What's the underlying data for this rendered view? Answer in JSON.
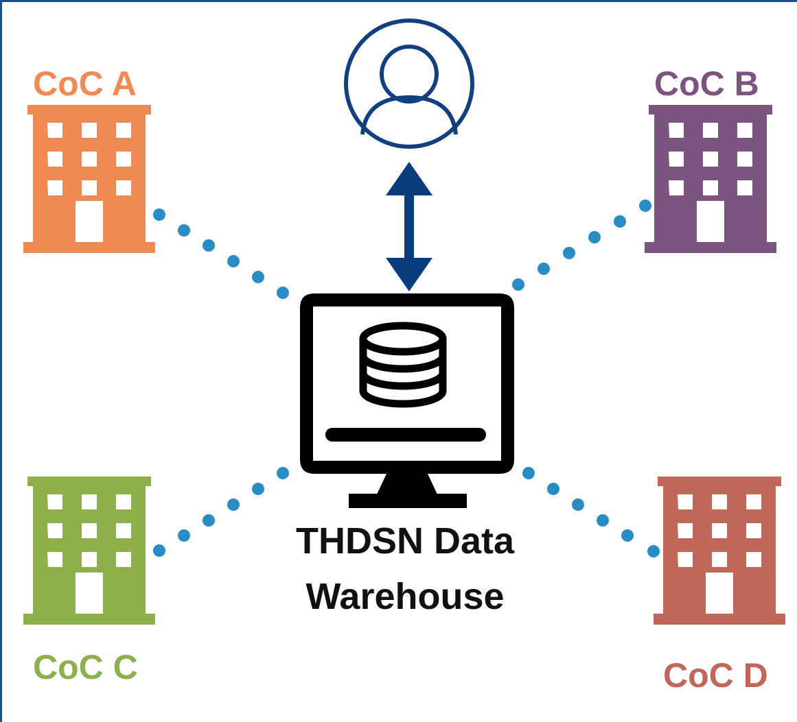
{
  "colors": {
    "frame": "#1f4e8c",
    "arrow": "#083c7d",
    "user_icon": "#12407e",
    "dots": "#2a8cc4",
    "monitor": "#000000",
    "coc_a": "#f08a55",
    "coc_b": "#7b5480",
    "coc_c": "#8db04d",
    "coc_d": "#c0675a"
  },
  "icons": {
    "user": "user-circle-icon",
    "warehouse": "monitor-database-icon",
    "connection": "bidirectional-arrow-icon",
    "building": "building-icon"
  },
  "nodes": {
    "coc_a": {
      "label": "CoC A"
    },
    "coc_b": {
      "label": "CoC B"
    },
    "coc_c": {
      "label": "CoC C"
    },
    "coc_d": {
      "label": "CoC D"
    }
  },
  "warehouse": {
    "line1": "THDSN Data",
    "line2": "Warehouse"
  }
}
